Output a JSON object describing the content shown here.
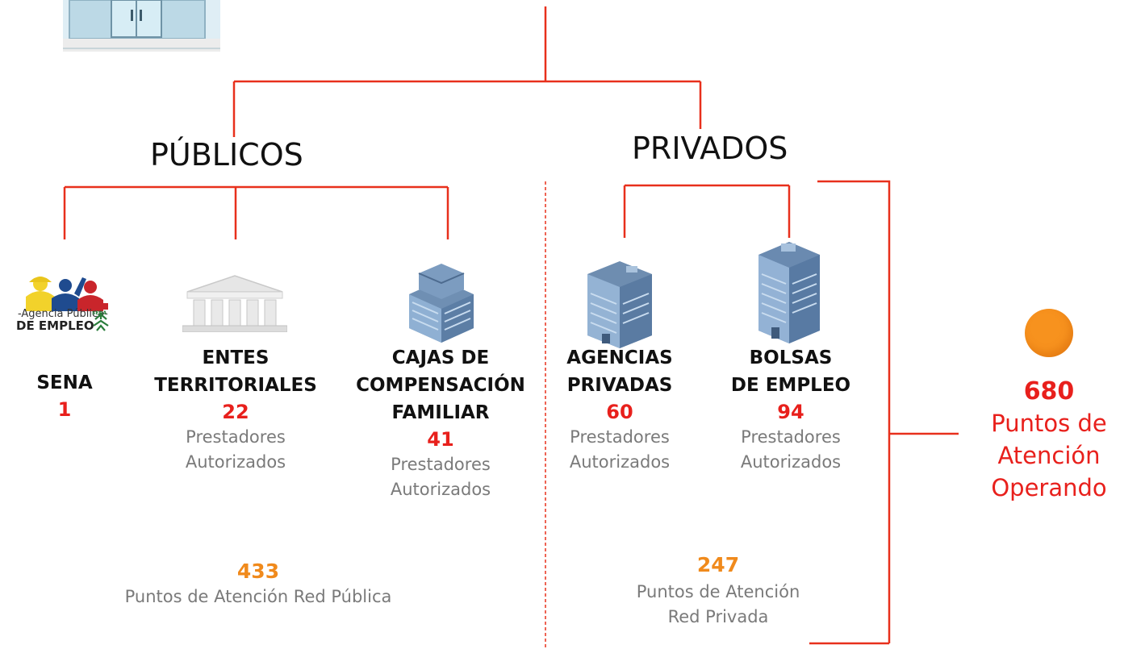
{
  "headings": {
    "public": "PÚBLICOS",
    "private": "PRIVADOS"
  },
  "nodes": {
    "sena": {
      "title": [
        "SENA"
      ],
      "count": "1",
      "logo_line1": "-Agencia Pública-",
      "logo_line2": "DE EMPLEO",
      "logo_mark": "SENA"
    },
    "entes": {
      "title": [
        "ENTES",
        "TERRITORIALES"
      ],
      "count": "22",
      "desc": [
        "Prestadores",
        "Autorizados"
      ]
    },
    "cajas": {
      "title": [
        "CAJAS DE",
        "COMPENSACIÓN",
        "FAMILIAR"
      ],
      "count": "41",
      "desc": [
        "Prestadores",
        "Autorizados"
      ]
    },
    "agencias": {
      "title": [
        "AGENCIAS",
        "PRIVADAS"
      ],
      "count": "60",
      "desc": [
        "Prestadores",
        "Autorizados"
      ]
    },
    "bolsas": {
      "title": [
        "BOLSAS",
        "DE EMPLEO"
      ],
      "count": "94",
      "desc": [
        "Prestadores",
        "Autorizados"
      ]
    }
  },
  "totals": {
    "public": {
      "value": "433",
      "label": [
        "Puntos de Atención Red Pública"
      ]
    },
    "private": {
      "value": "247",
      "label": [
        "Puntos de Atención",
        "Red Privada"
      ]
    },
    "overall": {
      "value": "680",
      "label": [
        "Puntos de",
        "Atención",
        "Operando"
      ]
    }
  },
  "colors": {
    "connector": "#e8301c",
    "count": "#e8201c",
    "total": "#f08a1c",
    "circle": "#f7921e",
    "desc": "#7a7a7a"
  }
}
